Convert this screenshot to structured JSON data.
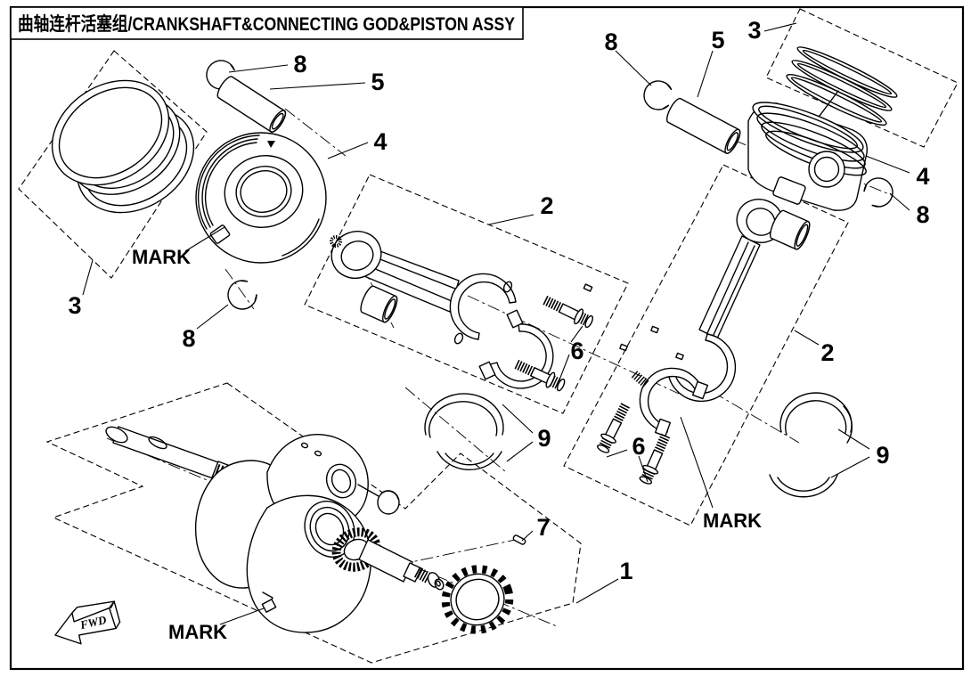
{
  "title": "曲轴连杆活塞组/CRANKSHAFT&CONNECTING GOD&PISTON ASSY",
  "labels": {
    "mark": "MARK",
    "fwd": "FWD"
  },
  "callouts": {
    "1": "1",
    "2": "2",
    "3": "3",
    "4": "4",
    "5": "5",
    "6": "6",
    "7": "7",
    "8": "8",
    "9": "9"
  }
}
